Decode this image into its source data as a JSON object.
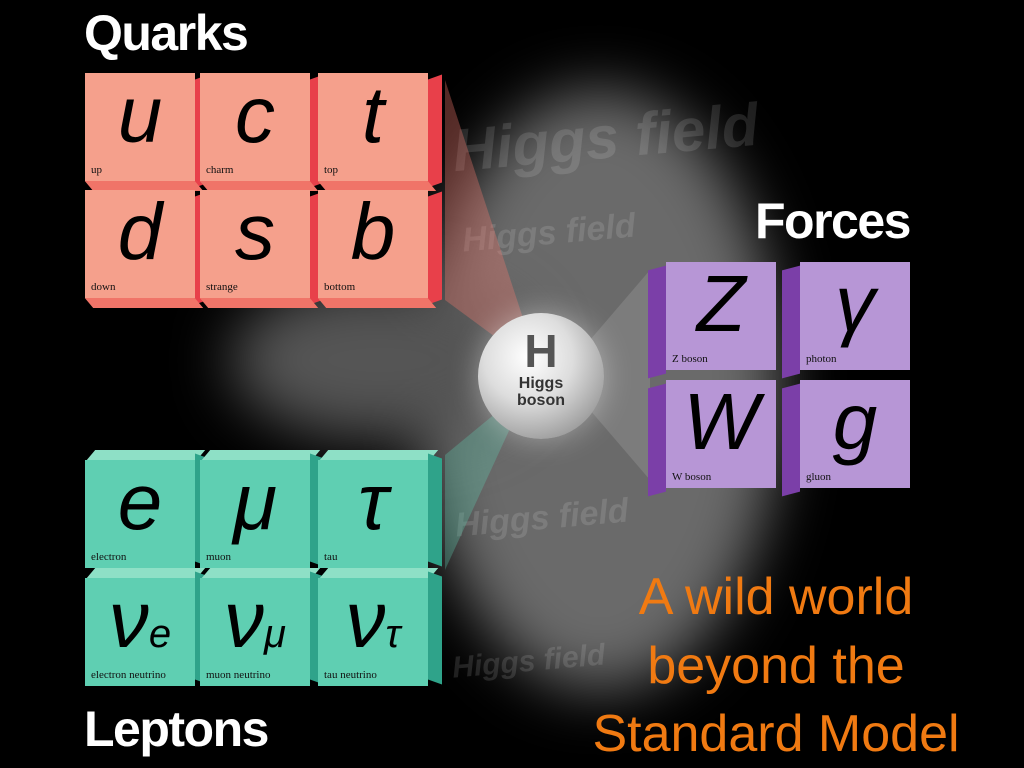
{
  "quarks": {
    "title": "Quarks",
    "cells": [
      {
        "symbol": "u",
        "label": "up"
      },
      {
        "symbol": "c",
        "label": "charm"
      },
      {
        "symbol": "t",
        "label": "top"
      },
      {
        "symbol": "d",
        "label": "down"
      },
      {
        "symbol": "s",
        "label": "strange"
      },
      {
        "symbol": "b",
        "label": "bottom"
      }
    ]
  },
  "leptons": {
    "title": "Leptons",
    "cells": [
      {
        "symbol": "e",
        "label": "electron"
      },
      {
        "symbol": "μ",
        "label": "muon"
      },
      {
        "symbol": "τ",
        "label": "tau"
      },
      {
        "symbol": "ν",
        "sub": "e",
        "label": "electron neutrino"
      },
      {
        "symbol": "ν",
        "sub": "μ",
        "label": "muon neutrino"
      },
      {
        "symbol": "ν",
        "sub": "τ",
        "label": "tau neutrino"
      }
    ]
  },
  "forces": {
    "title": "Forces",
    "cells": [
      {
        "symbol": "Z",
        "label": "Z boson"
      },
      {
        "symbol": "γ",
        "label": "photon"
      },
      {
        "symbol": "W",
        "label": "W boson"
      },
      {
        "symbol": "g",
        "label": "gluon"
      }
    ]
  },
  "higgs": {
    "symbol": "H",
    "label_line1": "Higgs",
    "label_line2": "boson",
    "field_text": "Higgs field"
  },
  "caption": {
    "line1": "A wild world",
    "line2": "beyond the",
    "line3": "Standard Model"
  }
}
